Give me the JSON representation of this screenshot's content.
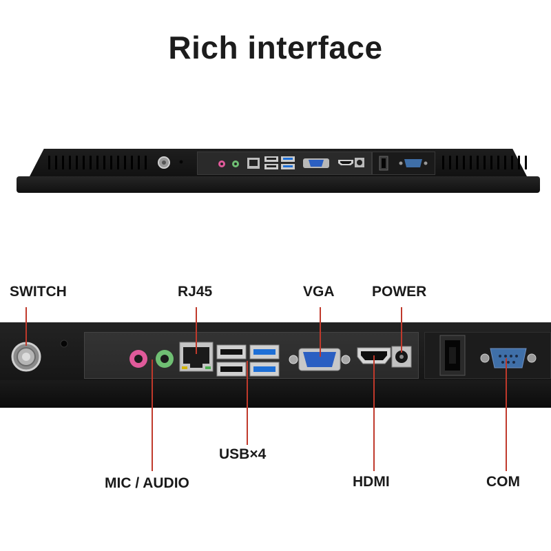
{
  "title": "Rich interface",
  "labels": {
    "switch": "SWITCH",
    "rj45": "RJ45",
    "vga": "VGA",
    "power": "POWER",
    "usb": "USB×4",
    "mic_audio": "MIC / AUDIO",
    "hdmi": "HDMI",
    "com": "COM"
  },
  "colors": {
    "leader_line": "#c0392b",
    "mic_port": "#e05a9a",
    "audio_port": "#6fbf73",
    "usb3_port": "#1e6fd6",
    "vga_port": "#2b5fc2",
    "com_port": "#3f6fa8"
  }
}
